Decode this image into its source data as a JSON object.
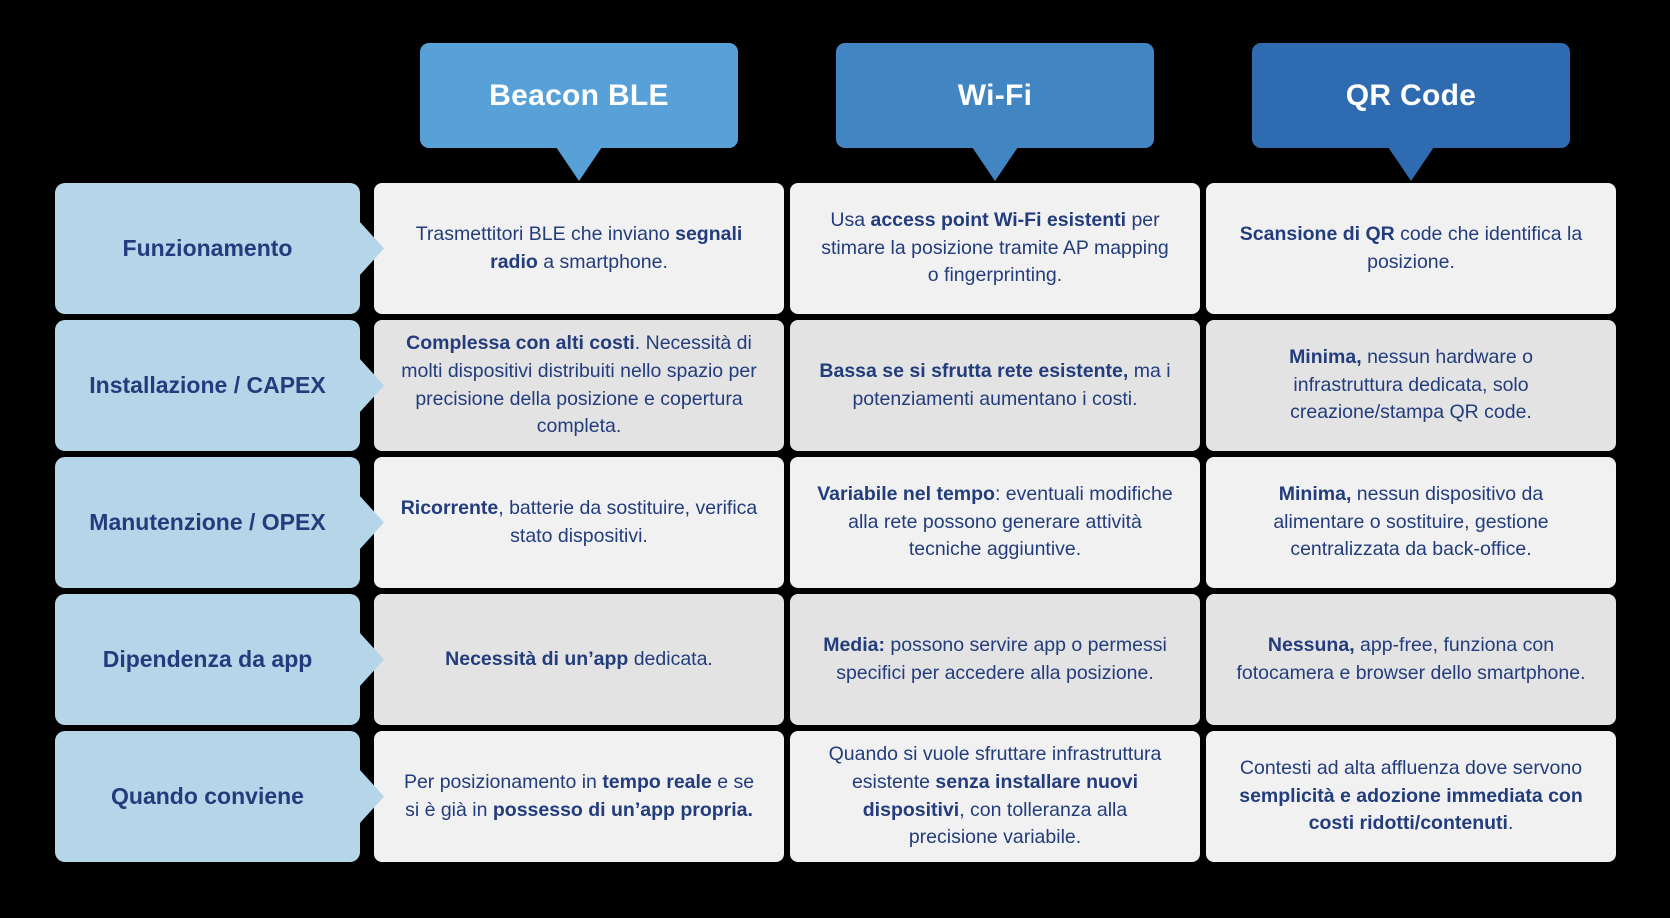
{
  "colors": {
    "background": "#000000",
    "text": "#223C7C",
    "row_label_bg": "#B5D5E9",
    "cell_light": "#F1F1F2",
    "cell_dark": "#E3E3E4"
  },
  "columns": [
    {
      "label": "Beacon BLE",
      "color": "#58A1D8"
    },
    {
      "label": "Wi-Fi",
      "color": "#4285C3"
    },
    {
      "label": "QR Code",
      "color": "#2F6BB1"
    }
  ],
  "rows": [
    {
      "label": "Funzionamento",
      "cells": [
        {
          "segments": [
            {
              "t": "Trasmettitori BLE che inviano ",
              "b": false
            },
            {
              "t": "segnali radio",
              "b": true
            },
            {
              "t": " a smartphone.",
              "b": false
            }
          ]
        },
        {
          "segments": [
            {
              "t": "Usa ",
              "b": false
            },
            {
              "t": "access point Wi-Fi esistenti",
              "b": true
            },
            {
              "t": " per stimare la posizione tramite AP mapping o fingerprinting.",
              "b": false
            }
          ]
        },
        {
          "segments": [
            {
              "t": "Scansione di QR",
              "b": true
            },
            {
              "t": " code che identifica la posizione.",
              "b": false
            }
          ]
        }
      ]
    },
    {
      "label": "Installazione / CAPEX",
      "cells": [
        {
          "segments": [
            {
              "t": "Complessa con alti costi",
              "b": true
            },
            {
              "t": ". Necessità di molti dispositivi distribuiti nello spazio per precisione della posizione e copertura completa.",
              "b": false
            }
          ]
        },
        {
          "segments": [
            {
              "t": "Bassa se si sfrutta rete esistente,",
              "b": true
            },
            {
              "t": " ma i potenziamenti aumentano i costi.",
              "b": false
            }
          ]
        },
        {
          "segments": [
            {
              "t": "Minima,",
              "b": true
            },
            {
              "t": " nessun hardware o infrastruttura dedicata, solo creazione/stampa QR code.",
              "b": false
            }
          ]
        }
      ]
    },
    {
      "label": "Manutenzione / OPEX",
      "cells": [
        {
          "segments": [
            {
              "t": "Ricorrente",
              "b": true
            },
            {
              "t": ", batterie da sostituire, verifica stato dispositivi.",
              "b": false
            }
          ]
        },
        {
          "segments": [
            {
              "t": "Variabile nel tempo",
              "b": true
            },
            {
              "t": ": eventuali modifiche alla rete possono generare attività tecniche aggiuntive.",
              "b": false
            }
          ]
        },
        {
          "segments": [
            {
              "t": "Minima,",
              "b": true
            },
            {
              "t": " nessun dispositivo da alimentare o sostituire, gestione centralizzata da back-office.",
              "b": false
            }
          ]
        }
      ]
    },
    {
      "label": "Dipendenza da app",
      "cells": [
        {
          "segments": [
            {
              "t": "Necessità di un’app",
              "b": true
            },
            {
              "t": " dedicata.",
              "b": false
            }
          ]
        },
        {
          "segments": [
            {
              "t": "Media:",
              "b": true
            },
            {
              "t": " possono servire app o permessi specifici per accedere alla posizione.",
              "b": false
            }
          ]
        },
        {
          "segments": [
            {
              "t": "Nessuna,",
              "b": true
            },
            {
              "t": " app-free, funziona con fotocamera e browser dello smartphone.",
              "b": false
            }
          ]
        }
      ]
    },
    {
      "label": "Quando conviene",
      "cells": [
        {
          "segments": [
            {
              "t": "Per posizionamento in ",
              "b": false
            },
            {
              "t": "tempo reale",
              "b": true
            },
            {
              "t": " e se si è già in ",
              "b": false
            },
            {
              "t": "possesso di un’app propria.",
              "b": true
            }
          ]
        },
        {
          "segments": [
            {
              "t": "Quando si vuole sfruttare infrastruttura esistente ",
              "b": false
            },
            {
              "t": "senza installare nuovi dispositivi",
              "b": true
            },
            {
              "t": ", con tolleranza alla precisione variabile.",
              "b": false
            }
          ]
        },
        {
          "segments": [
            {
              "t": "Contesti ad alta affluenza dove servono ",
              "b": false
            },
            {
              "t": "semplicità e adozione immediata con costi ridotti/contenuti",
              "b": true
            },
            {
              "t": ".",
              "b": false
            }
          ]
        }
      ]
    }
  ]
}
